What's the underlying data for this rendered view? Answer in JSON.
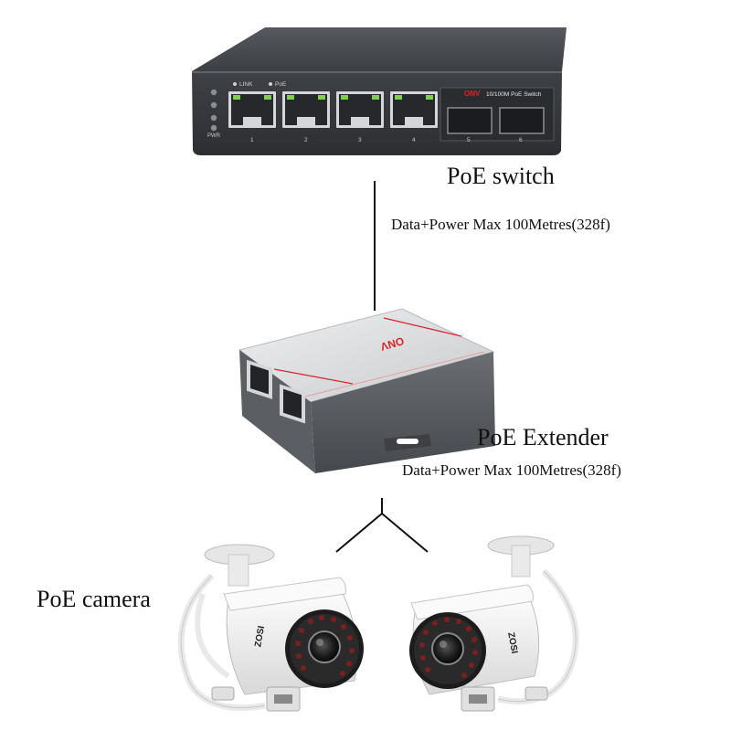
{
  "switch": {
    "title": "PoE switch",
    "cable_spec": "Data+Power Max 100Metres(328f)",
    "brand": "ONV",
    "model_text": "10/100M PoE Switch",
    "led_link": "LINK",
    "led_poe": "PoE",
    "led_pwr": "PWR",
    "ports": [
      "1",
      "2",
      "3",
      "4",
      "5",
      "6"
    ]
  },
  "extender": {
    "title": "PoE Extender",
    "cable_spec": "Data+Power Max 100Metres(328f)",
    "brand": "ONV"
  },
  "cameras": {
    "title": "PoE camera",
    "brand": "ZOSI"
  },
  "colors": {
    "switch_body": "#3a3d42",
    "switch_top": "#4a4d53",
    "accent_red": "#d9252a",
    "port_led": "#7fd14b",
    "extender_silver": "#d6d7d9",
    "extender_dark": "#5a5d62",
    "camera_white": "#f2f2f2",
    "wire": "#111111"
  }
}
